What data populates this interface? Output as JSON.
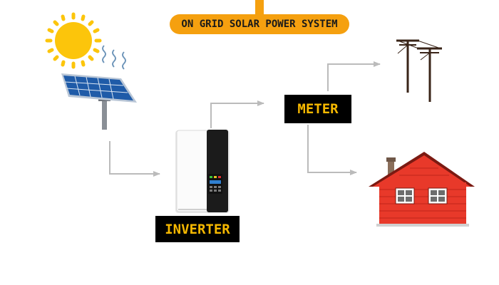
{
  "title": "ON GRID SOLAR POWER SYSTEM",
  "labels": {
    "meter": "METER",
    "inverter": "INVERTER"
  },
  "colors": {
    "accent": "#f5a00f",
    "label_bg": "#000000",
    "label_text": "#f6b800",
    "arrow": "#bbbbbb",
    "sun": "#fcc50b",
    "house": "#e8392a",
    "panel": "#1f5ba8"
  },
  "icons": [
    "sun-icon",
    "solar-panel-icon",
    "inverter-icon",
    "meter-label",
    "power-pole-icon",
    "house-icon"
  ]
}
